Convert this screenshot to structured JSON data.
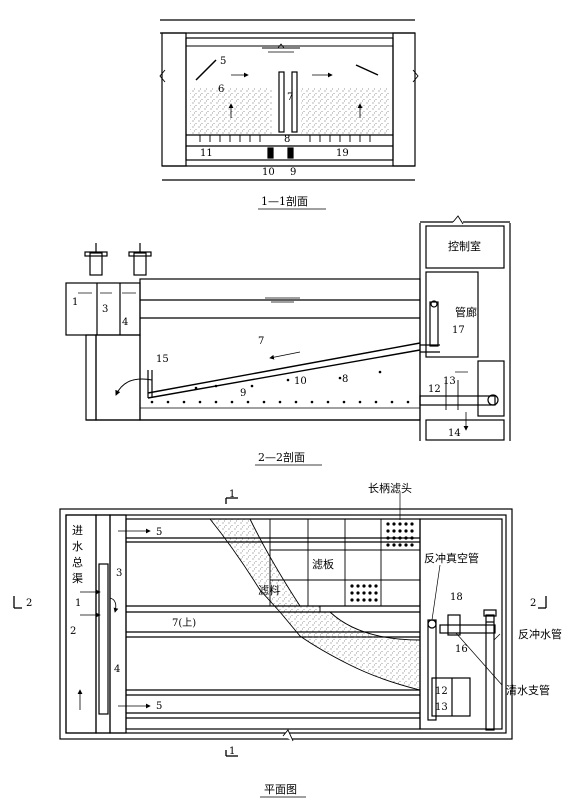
{
  "section11": {
    "caption": "1—1剖面",
    "labels": [
      "5",
      "6",
      "7",
      "8",
      "9",
      "10",
      "11",
      "19"
    ]
  },
  "section22": {
    "caption": "2—2剖面",
    "control_room": "控制室",
    "gallery": "管廊",
    "labels": [
      "1",
      "3",
      "4",
      "7",
      "8",
      "9",
      "10",
      "12",
      "13",
      "14",
      "15",
      "17"
    ]
  },
  "plan": {
    "caption": "平面图",
    "inlet_channel": [
      "进",
      "水",
      "总",
      "渠"
    ],
    "long_stem_nozzle": "长柄滤头",
    "filter_plate": "滤板",
    "filter_media": "滤料",
    "backwash_vacuum_pipe": "反冲真空管",
    "backwash_pipe": "反冲水管",
    "clear_water_branch": "清水支管",
    "label_7": "7(上)",
    "section_mark_1": "1",
    "section_mark_2": "2",
    "labels": [
      "1",
      "2",
      "3",
      "4",
      "5",
      "5",
      "12",
      "13",
      "16",
      "18"
    ]
  },
  "colors": {
    "line": "#000000",
    "background": "#ffffff",
    "media": "#888888"
  }
}
